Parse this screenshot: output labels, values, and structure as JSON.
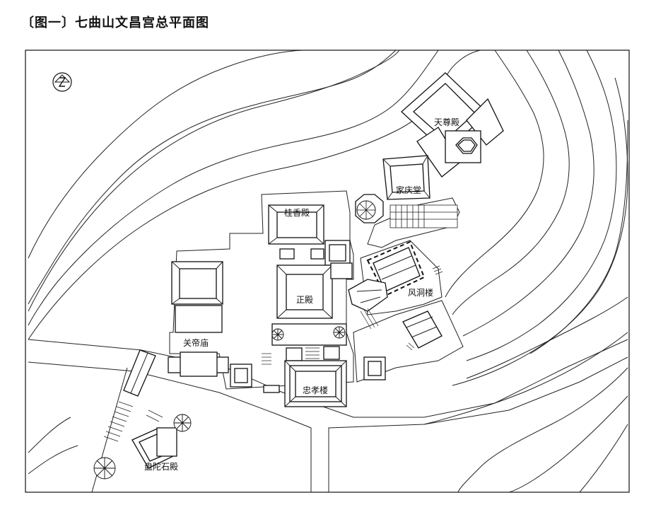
{
  "figure": {
    "title": "〔图一〕七曲山文昌宫总平面图"
  },
  "labels": {
    "tianzundian": "天尊殿",
    "jiaqingtang": "家庆堂",
    "guixiangdian": "桂香殿",
    "zhengdian": "正殿",
    "fengdonglou": "风洞楼",
    "guandimiao": "关帝庙",
    "zhongxiaolou": "忠孝楼",
    "pantuoshidian": "盘陀石殿"
  },
  "north_arrow_icon": "north-arrow-icon"
}
